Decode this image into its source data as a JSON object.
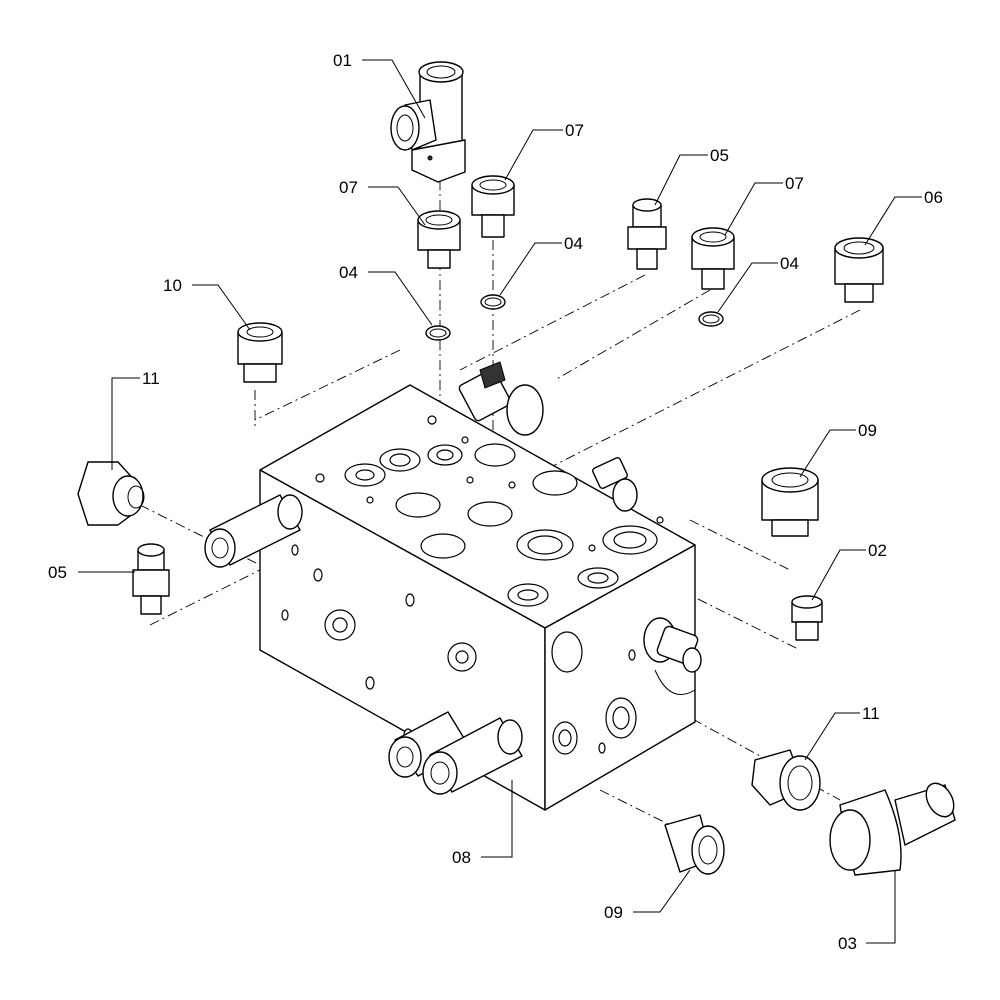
{
  "diagram": {
    "callouts": [
      {
        "id": "c-01",
        "text": "01"
      },
      {
        "id": "c-07a",
        "text": "07"
      },
      {
        "id": "c-07b",
        "text": "07"
      },
      {
        "id": "c-05a",
        "text": "05"
      },
      {
        "id": "c-07c",
        "text": "07"
      },
      {
        "id": "c-06",
        "text": "06"
      },
      {
        "id": "c-04a",
        "text": "04"
      },
      {
        "id": "c-04b",
        "text": "04"
      },
      {
        "id": "c-04c",
        "text": "04"
      },
      {
        "id": "c-10",
        "text": "10"
      },
      {
        "id": "c-11a",
        "text": "11"
      },
      {
        "id": "c-09a",
        "text": "09"
      },
      {
        "id": "c-05b",
        "text": "05"
      },
      {
        "id": "c-02",
        "text": "02"
      },
      {
        "id": "c-11b",
        "text": "11"
      },
      {
        "id": "c-08",
        "text": "08"
      },
      {
        "id": "c-09b",
        "text": "09"
      },
      {
        "id": "c-03",
        "text": "03"
      }
    ]
  }
}
